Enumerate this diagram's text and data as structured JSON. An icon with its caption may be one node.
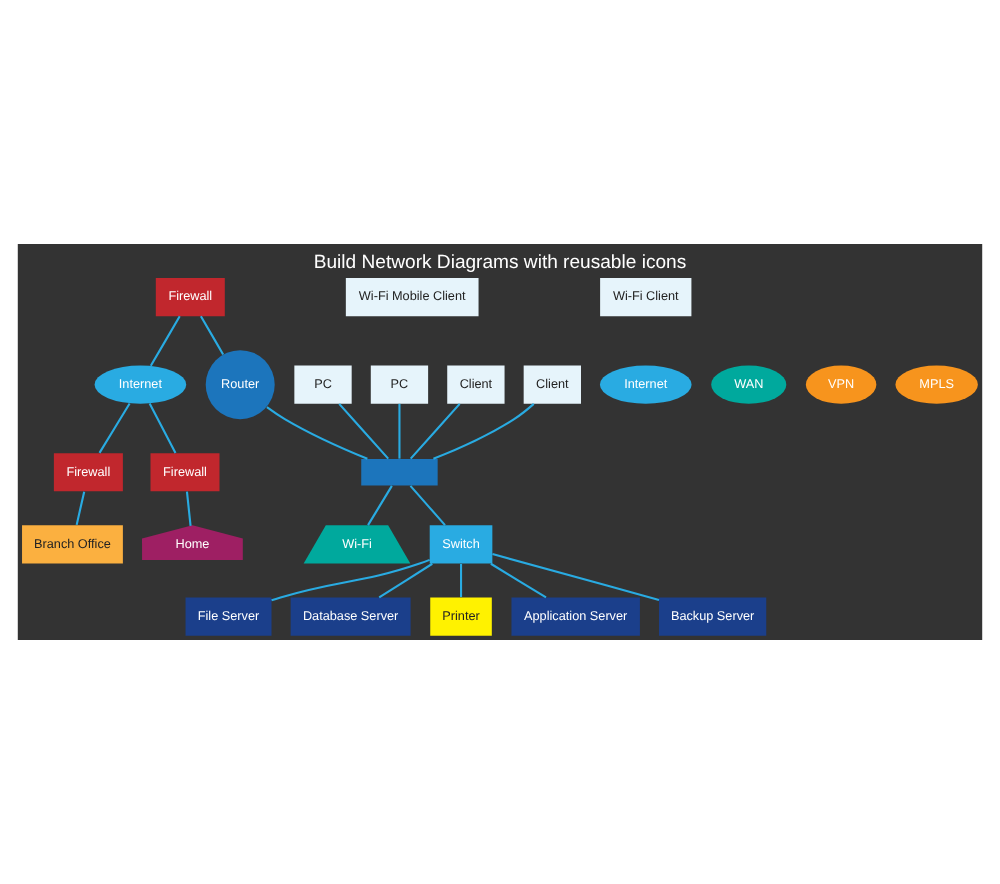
{
  "diagram": {
    "title": "Build Network Diagrams with reusable icons",
    "nodes": [
      {
        "text": [
          "Firewall"
        ]
      },
      {
        "text": [
          "Internet"
        ]
      },
      {
        "text": [
          "Firewall"
        ]
      },
      {
        "text": [
          "Firewall"
        ]
      },
      {
        "text": [
          "PC"
        ]
      },
      {
        "text": [
          "PC"
        ]
      },
      {
        "text": [
          "Router"
        ]
      },
      {
        "text": [
          "Home"
        ]
      },
      {
        "text": [
          "Client"
        ]
      },
      {
        "text": [],
        "shape": "box"
      },
      {
        "text": [
          "Branch Office"
        ]
      },
      {
        "text": [
          "Client"
        ]
      },
      {
        "text": [
          "File Server"
        ]
      },
      {
        "text": [
          "Wi-Fi"
        ]
      },
      {
        "text": [
          "Switch"
        ]
      },
      {
        "text": [
          "Wi-Fi Mobile Client"
        ]
      },
      {
        "text": [
          "Database Server"
        ]
      },
      {
        "text": [
          "Printer"
        ]
      },
      {
        "text": [
          "Wi-Fi Client"
        ]
      },
      {
        "text": [
          "Application Server"
        ]
      },
      {
        "text": [
          "Backup Server"
        ]
      },
      {
        "text": [
          "Internet"
        ]
      },
      {
        "text": [
          "WAN"
        ]
      },
      {
        "text": [
          "VPN"
        ]
      },
      {
        "text": [
          "MPLS"
        ]
      }
    ],
    "edges": [
      {
        "from": 0,
        "to": 1,
        "arrow": "none"
      },
      {
        "from": 1,
        "to": 2,
        "arrow": "none"
      },
      {
        "from": 1,
        "to": 3,
        "arrow": "none"
      },
      {
        "from": 3,
        "to": 7,
        "arrow": "none"
      },
      {
        "from": 2,
        "to": 10,
        "arrow": "none"
      },
      {
        "from": 0,
        "to": 6,
        "arrow": "none"
      },
      {
        "from": 6,
        "to": 9,
        "arrow": "none"
      },
      {
        "from": 4,
        "to": 9,
        "arrow": "none"
      },
      {
        "from": 5,
        "to": 9,
        "arrow": "none"
      },
      {
        "from": 8,
        "to": 9,
        "arrow": "none"
      },
      {
        "from": 11,
        "to": 9,
        "arrow": "none"
      },
      {
        "from": 9,
        "to": 13,
        "arrow": "none"
      },
      {
        "from": 9,
        "to": 14,
        "arrow": "none"
      },
      {
        "from": 14,
        "to": 12,
        "arrow": "none"
      },
      {
        "from": 14,
        "to": 16,
        "arrow": "none"
      },
      {
        "from": 14,
        "to": 17,
        "arrow": "none"
      },
      {
        "from": 14,
        "to": 19,
        "arrow": "none"
      },
      {
        "from": 14,
        "to": 20,
        "arrow": "none"
      }
    ]
  }
}
